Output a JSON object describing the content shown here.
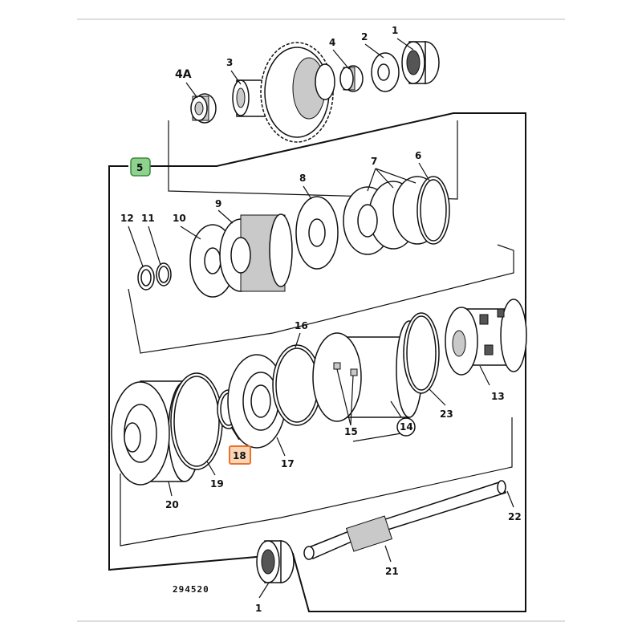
{
  "diagram": {
    "reference_number": "294520",
    "callouts": {
      "c1_top": "1",
      "c2": "2",
      "c3": "3",
      "c4": "4",
      "c4a": "4A",
      "c5": "5",
      "c6": "6",
      "c7": "7",
      "c8": "8",
      "c9": "9",
      "c10": "10",
      "c11": "11",
      "c12": "12",
      "c13": "13",
      "c14": "14",
      "c15": "15",
      "c16": "16",
      "c17": "17",
      "c18": "18",
      "c19": "19",
      "c20": "20",
      "c21": "21",
      "c22": "22",
      "c23": "23",
      "c1_bottom": "1"
    },
    "highlight_colors": {
      "callout_5_fill": "#8fd18f",
      "callout_5_stroke": "#3a8a3a",
      "callout_18_fill": "#fbd6b6",
      "callout_18_stroke": "#e8722c"
    }
  }
}
